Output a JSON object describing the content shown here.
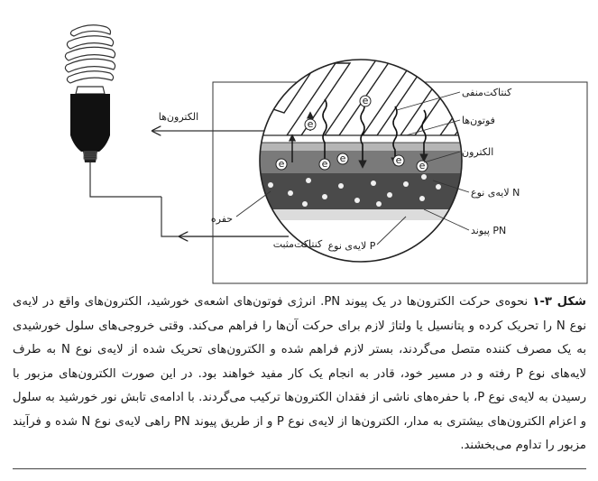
{
  "figure": {
    "labels": {
      "negative_contact": "کنتاکت‌منفی",
      "photons": "فوتون‌ها",
      "electron": "الکترون",
      "n_layer": "لایه‌ی نوع N",
      "pn_junction": "پیوند PN",
      "p_layer": "لایه‌ی نوع P",
      "positive_contact": "کنتاکت‌مثبت",
      "hole": "حفره",
      "electrons_flow": "الکترون‌ها"
    },
    "electron_symbol": "e"
  },
  "caption": {
    "number": "شکل ۳-۱",
    "text": "نحوه‌ی حرکت الکترون‌ها در یک پیوند PN. انرژی فوتون‌های اشعه‌ی خورشید، الکترون‌های واقع در لایه‌ی نوع N را تحریک کرده و پتانسیل یا ولتاژ لازم برای حرکت آن‌ها را فراهم می‌کند. وقتی خروجی‌های سلول خورشیدی به یک مصرف کننده متصل می‌گردند، بستر لازم فراهم شده و الکترون‌های تحریک شده از لایه‌ی نوع N به طرف لایه‌های نوع P رفته و در مسیر خود، قادر به انجام یک کار مفید خواهند بود. در این صورت الکترون‌های مزبور با رسیدن به لایه‌ی نوع P، با حفره‌های ناشی از فقدان الکترون‌ها ترکیب می‌گردند. با ادامه‌ی تابش نور خورشید به سلول و اعزام الکترون‌های بیشتری به مدار، الکترون‌ها از لایه‌ی نوع P و از طریق پیوند PN راهی لایه‌ی نوع N شده و فرآیند مزبور را تداوم می‌بخشند."
  }
}
